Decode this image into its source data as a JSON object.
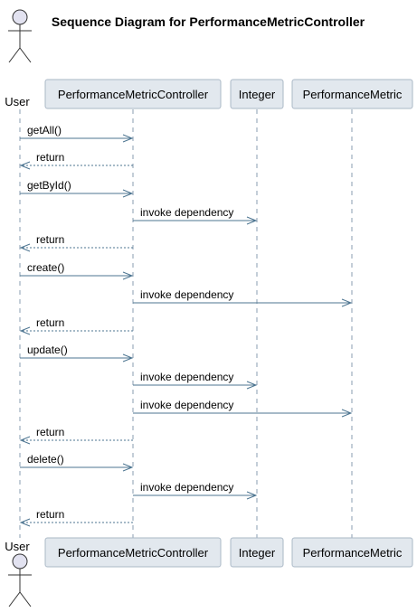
{
  "diagram": {
    "title": "Sequence Diagram for PerformanceMetricController",
    "participants": [
      {
        "id": "user",
        "label": "User",
        "kind": "actor"
      },
      {
        "id": "controller",
        "label": "PerformanceMetricController",
        "kind": "participant"
      },
      {
        "id": "integer",
        "label": "Integer",
        "kind": "participant"
      },
      {
        "id": "metric",
        "label": "PerformanceMetric",
        "kind": "participant"
      }
    ],
    "messages": [
      {
        "from": "user",
        "to": "controller",
        "label": "getAll()",
        "style": "solid"
      },
      {
        "from": "controller",
        "to": "user",
        "label": "return",
        "style": "dashed"
      },
      {
        "from": "user",
        "to": "controller",
        "label": "getById()",
        "style": "solid"
      },
      {
        "from": "controller",
        "to": "integer",
        "label": "invoke dependency",
        "style": "solid"
      },
      {
        "from": "controller",
        "to": "user",
        "label": "return",
        "style": "dashed"
      },
      {
        "from": "user",
        "to": "controller",
        "label": "create()",
        "style": "solid"
      },
      {
        "from": "controller",
        "to": "metric",
        "label": "invoke dependency",
        "style": "solid"
      },
      {
        "from": "controller",
        "to": "user",
        "label": "return",
        "style": "dashed"
      },
      {
        "from": "user",
        "to": "controller",
        "label": "update()",
        "style": "solid"
      },
      {
        "from": "controller",
        "to": "integer",
        "label": "invoke dependency",
        "style": "solid"
      },
      {
        "from": "controller",
        "to": "metric",
        "label": "invoke dependency",
        "style": "solid"
      },
      {
        "from": "controller",
        "to": "user",
        "label": "return",
        "style": "dashed"
      },
      {
        "from": "user",
        "to": "controller",
        "label": "delete()",
        "style": "solid"
      },
      {
        "from": "controller",
        "to": "integer",
        "label": "invoke dependency",
        "style": "solid"
      },
      {
        "from": "controller",
        "to": "user",
        "label": "return",
        "style": "dashed"
      }
    ],
    "colors": {
      "participant_fill": "#e2e8ee",
      "participant_border": "#aab8c6",
      "arrow": "#4d7591",
      "lifeline": "#8a9db0",
      "actor_fill": "#e2e2f0",
      "actor_stroke": "#333333"
    }
  }
}
